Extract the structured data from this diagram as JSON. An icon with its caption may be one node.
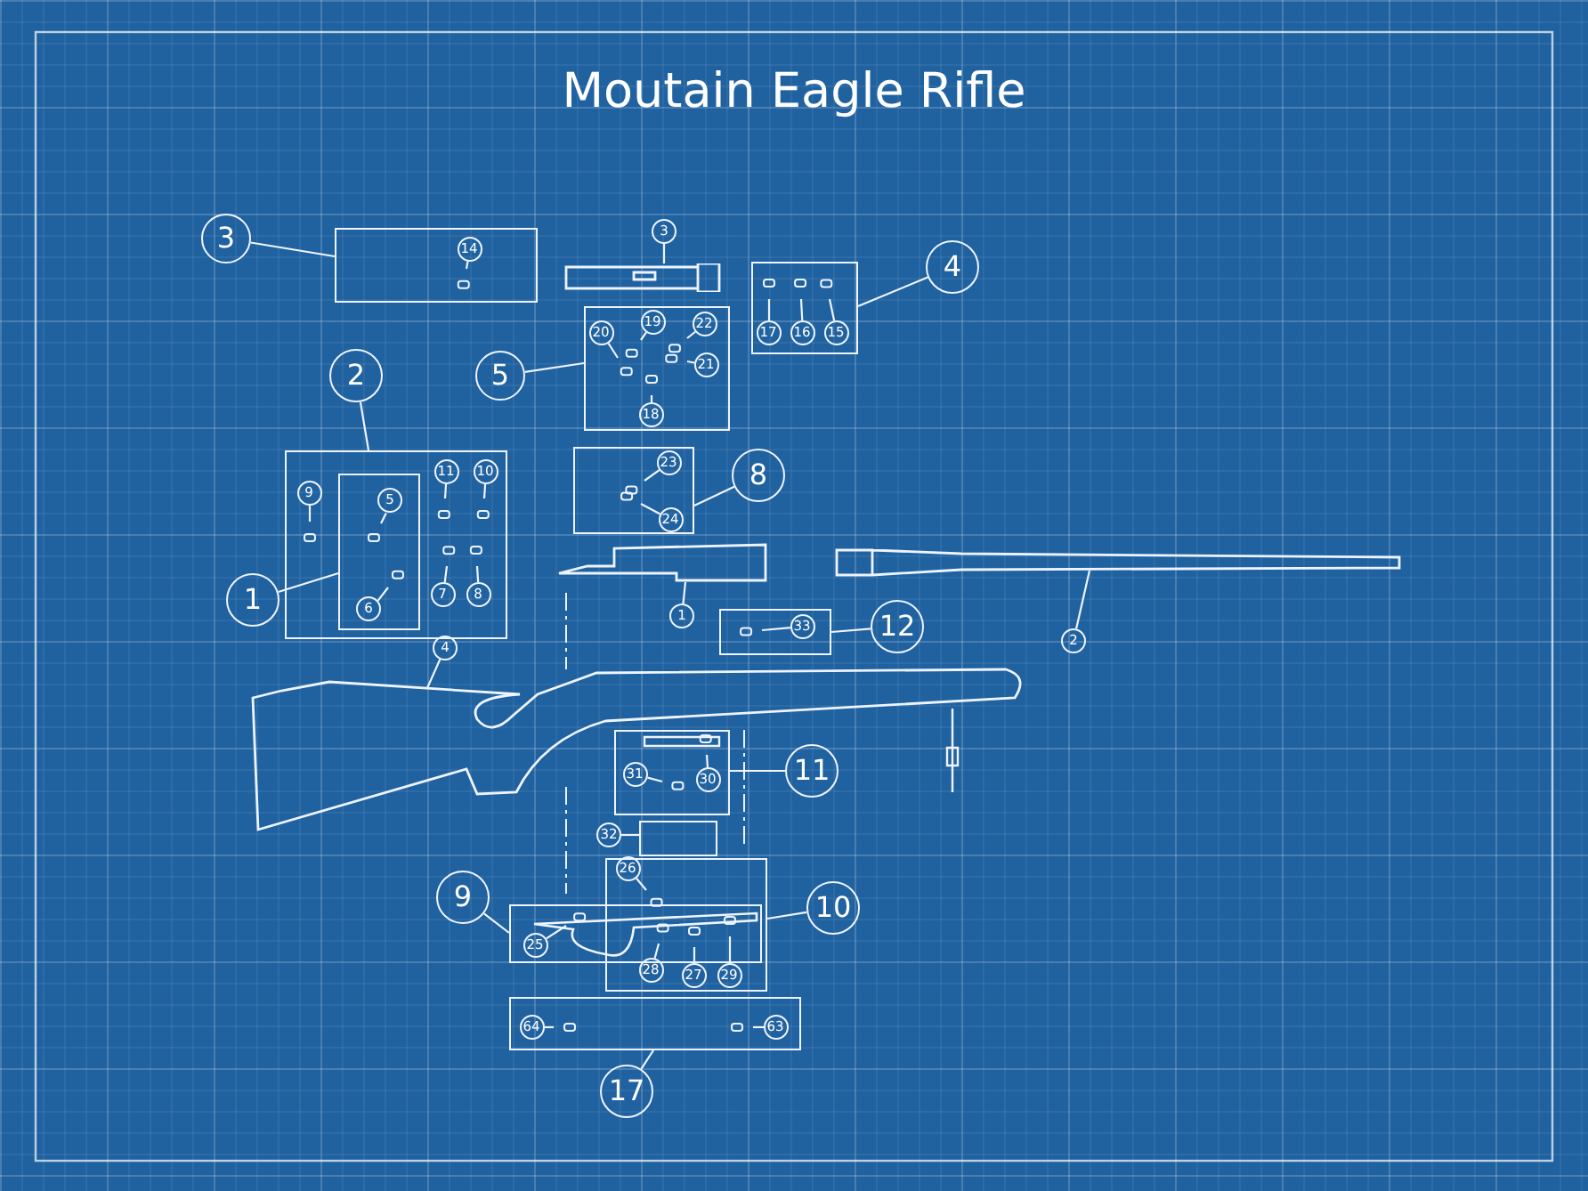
{
  "diagram": {
    "title": "Moutain Eagle Rifle",
    "nodes": [
      {
        "text": [],
        "shape": "box"
      },
      {
        "text": [
          "3"
        ]
      },
      {
        "text": [
          "14"
        ],
        "in": 0
      },
      {
        "text": [],
        "shape": "picture"
      },
      {
        "text": [
          "3"
        ]
      },
      {
        "text": [],
        "shape": "box"
      },
      {
        "text": [
          "5"
        ]
      },
      {
        "text": [
          "20"
        ],
        "in": 5
      },
      {
        "text": [
          "19"
        ],
        "in": 5
      },
      {
        "text": [
          "22"
        ],
        "in": 5
      },
      {
        "text": [
          "21"
        ],
        "in": 5
      },
      {
        "text": [
          "18"
        ],
        "in": 5
      },
      {
        "text": [],
        "shape": "box"
      },
      {
        "text": [
          "4"
        ]
      },
      {
        "text": [
          "17"
        ],
        "in": 12
      },
      {
        "text": [
          "16"
        ],
        "in": 12
      },
      {
        "text": [
          "15"
        ],
        "in": 12
      },
      {
        "text": [],
        "shape": "box"
      },
      {
        "text": [
          "2"
        ]
      },
      {
        "text": [],
        "shape": "box",
        "in": 17
      },
      {
        "text": [
          "1"
        ]
      },
      {
        "text": [
          "9"
        ],
        "in": 17
      },
      {
        "text": [
          "11"
        ],
        "in": 17
      },
      {
        "text": [
          "10"
        ],
        "in": 17
      },
      {
        "text": [
          "5"
        ],
        "in": 19
      },
      {
        "text": [
          "7"
        ],
        "in": 17
      },
      {
        "text": [
          "8"
        ],
        "in": 17
      },
      {
        "text": [
          "6"
        ],
        "in": 19
      },
      {
        "text": [],
        "shape": "box"
      },
      {
        "text": [
          "8"
        ]
      },
      {
        "text": [
          "23"
        ],
        "in": 28
      },
      {
        "text": [
          "24"
        ],
        "in": 28
      },
      {
        "text": [],
        "shape": "picture"
      },
      {
        "text": [
          "1"
        ]
      },
      {
        "text": [],
        "shape": "box"
      },
      {
        "text": [
          "12"
        ]
      },
      {
        "text": [
          "33"
        ],
        "in": 34
      },
      {
        "text": [],
        "shape": "picture"
      },
      {
        "text": [
          "2"
        ]
      },
      {
        "text": [],
        "shape": "picture"
      },
      {
        "text": [
          "4"
        ]
      },
      {
        "text": [],
        "shape": "box"
      },
      {
        "text": [
          "11"
        ]
      },
      {
        "text": [
          "31"
        ],
        "in": 41
      },
      {
        "text": [
          "30"
        ],
        "in": 41
      },
      {
        "text": [
          "32"
        ]
      },
      {
        "text": [],
        "shape": "box"
      },
      {
        "text": [],
        "shape": "box"
      },
      {
        "text": [
          "10"
        ]
      },
      {
        "text": [
          "26"
        ],
        "in": 47
      },
      {
        "text": [
          "28"
        ],
        "in": 47
      },
      {
        "text": [
          "27"
        ],
        "in": 47
      },
      {
        "text": [
          "29"
        ],
        "in": 47
      },
      {
        "text": [],
        "shape": "box"
      },
      {
        "text": [
          "9"
        ]
      },
      {
        "text": [
          "25"
        ],
        "in": 53
      },
      {
        "text": [],
        "shape": "box"
      },
      {
        "text": [
          "17"
        ]
      },
      {
        "text": [
          "64"
        ],
        "in": 56
      },
      {
        "text": [
          "63"
        ],
        "in": 56
      }
    ],
    "edges": [
      {
        "from": 1,
        "to": 0,
        "arrow": "none"
      },
      {
        "from": 2,
        "to": null,
        "arrow": "none"
      },
      {
        "from": 4,
        "to": 3,
        "arrow": "none"
      },
      {
        "from": 6,
        "to": 5,
        "arrow": "none"
      },
      {
        "from": 7,
        "to": null,
        "arrow": "none"
      },
      {
        "from": 8,
        "to": null,
        "arrow": "none"
      },
      {
        "from": 9,
        "to": null,
        "arrow": "none"
      },
      {
        "from": 10,
        "to": null,
        "arrow": "none"
      },
      {
        "from": 11,
        "to": null,
        "arrow": "none"
      },
      {
        "from": 13,
        "to": 12,
        "arrow": "none"
      },
      {
        "from": 14,
        "to": null,
        "arrow": "none"
      },
      {
        "from": 15,
        "to": null,
        "arrow": "none"
      },
      {
        "from": 16,
        "to": null,
        "arrow": "none"
      },
      {
        "from": 18,
        "to": 17,
        "arrow": "none"
      },
      {
        "from": 20,
        "to": 19,
        "arrow": "none"
      },
      {
        "from": 21,
        "to": null,
        "arrow": "none"
      },
      {
        "from": 22,
        "to": null,
        "arrow": "none"
      },
      {
        "from": 23,
        "to": null,
        "arrow": "none"
      },
      {
        "from": 24,
        "to": null,
        "arrow": "none"
      },
      {
        "from": 25,
        "to": null,
        "arrow": "none"
      },
      {
        "from": 26,
        "to": null,
        "arrow": "none"
      },
      {
        "from": 27,
        "to": null,
        "arrow": "none"
      },
      {
        "from": 29,
        "to": 28,
        "arrow": "none"
      },
      {
        "from": 30,
        "to": null,
        "arrow": "none"
      },
      {
        "from": 31,
        "to": null,
        "arrow": "none"
      },
      {
        "from": 33,
        "to": 32,
        "arrow": "none"
      },
      {
        "from": 35,
        "to": 34,
        "arrow": "none"
      },
      {
        "from": 36,
        "to": null,
        "arrow": "none"
      },
      {
        "from": 38,
        "to": 37,
        "arrow": "none"
      },
      {
        "from": 40,
        "to": 39,
        "arrow": "none"
      },
      {
        "from": 42,
        "to": 41,
        "arrow": "none"
      },
      {
        "from": 43,
        "to": null,
        "arrow": "none"
      },
      {
        "from": 44,
        "to": null,
        "arrow": "none"
      },
      {
        "from": 45,
        "to": 46,
        "arrow": "none"
      },
      {
        "from": 48,
        "to": 47,
        "arrow": "none"
      },
      {
        "from": 49,
        "to": null,
        "arrow": "none"
      },
      {
        "from": 50,
        "to": null,
        "arrow": "none"
      },
      {
        "from": 51,
        "to": null,
        "arrow": "none"
      },
      {
        "from": 52,
        "to": null,
        "arrow": "none"
      },
      {
        "from": 54,
        "to": 53,
        "arrow": "none"
      },
      {
        "from": 55,
        "to": null,
        "arrow": "none"
      },
      {
        "from": 57,
        "to": 56,
        "arrow": "none"
      },
      {
        "from": 58,
        "to": null,
        "arrow": "none"
      },
      {
        "from": 59,
        "to": null,
        "arrow": "none"
      }
    ]
  }
}
